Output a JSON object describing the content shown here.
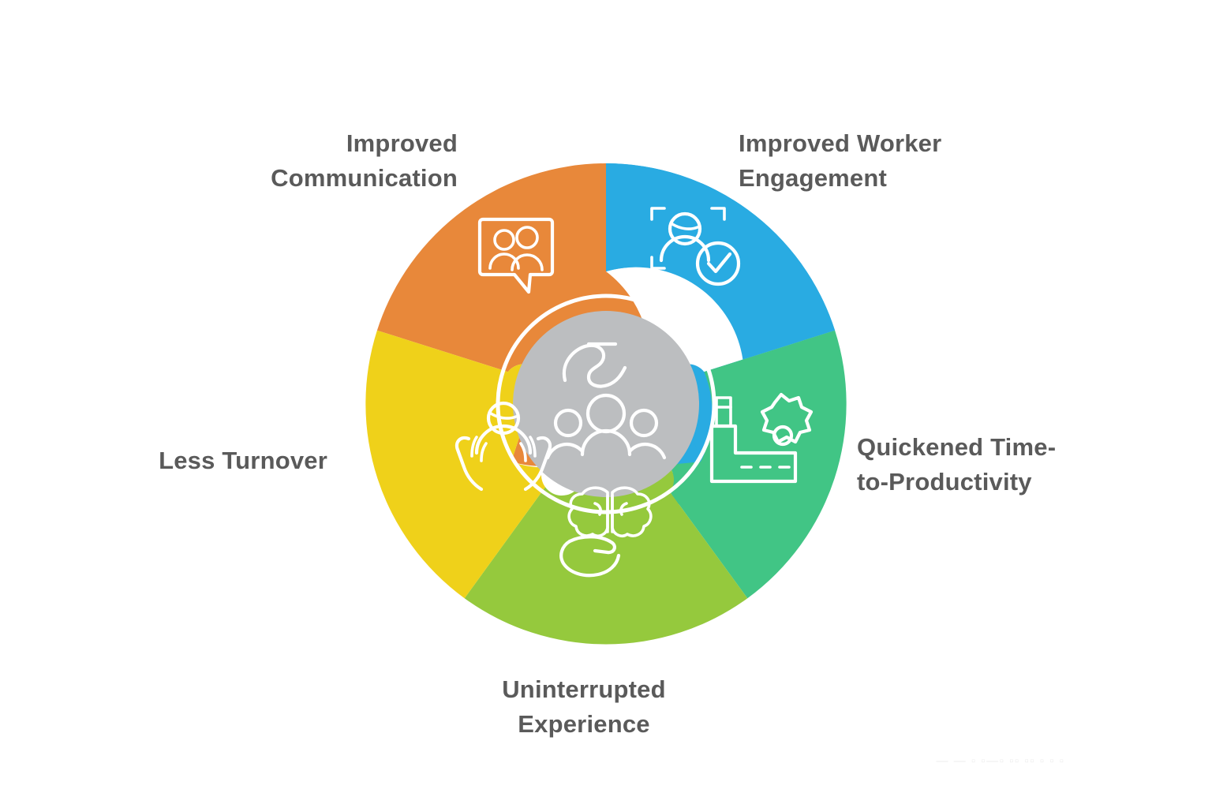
{
  "diagram": {
    "title": "Workforce Onboarding Benefits Puzzle Wheel",
    "center": {
      "icon": "group-of-people-icon",
      "fill_color": "#BCBEC0",
      "icon_stroke_color": "#FFFFFF"
    },
    "segments": [
      {
        "id": "improved-communication",
        "label": "Improved\nCommunication",
        "color": "#E8883A",
        "icon": "speech-bubble-two-people-icon",
        "position": "top-left"
      },
      {
        "id": "improved-worker-engagement",
        "label": "Improved Worker\nEngagement",
        "color": "#29ABE2",
        "icon": "person-focus-frame-checkmark-icon",
        "position": "top-right"
      },
      {
        "id": "quickened-time-to-productivity",
        "label": "Quickened Time-\nto-Productivity",
        "color": "#41C585",
        "icon": "factory-gear-icon",
        "position": "right"
      },
      {
        "id": "uninterrupted-experience",
        "label": "Uninterrupted\nExperience",
        "color": "#95C93D",
        "icon": "brain-on-hand-icon",
        "position": "bottom"
      },
      {
        "id": "less-turnover",
        "label": "Less Turnover",
        "color": "#EFD11A",
        "icon": "person-held-by-hands-icon",
        "position": "left"
      }
    ],
    "label_color": "#5A5A5A",
    "background_color": "#FFFFFF",
    "watermark": "— — ▫ ▫—▫ ▫▫ ▫▫ ▫ ▫ ▫"
  }
}
